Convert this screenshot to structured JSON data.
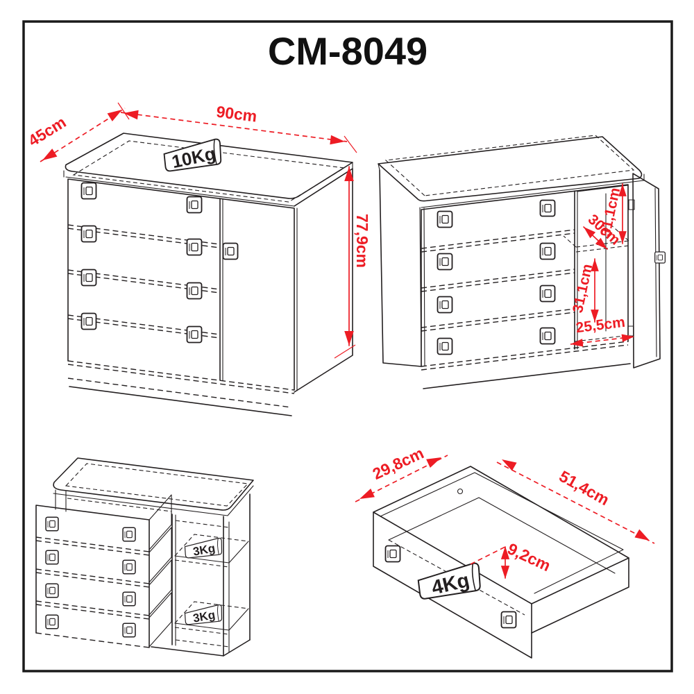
{
  "title": "CM-8049",
  "colors": {
    "line": "#231f20",
    "dimension": "#ed1c24",
    "background": "#ffffff"
  },
  "views": {
    "front_perspective": {
      "weight_capacity": "10Kg",
      "dimensions": {
        "width": "90cm",
        "depth": "45cm",
        "height": "77,9cm"
      }
    },
    "open_door": {
      "dimensions": {
        "upper_inner_height": "31,1cm",
        "shelf_depth": "30cm",
        "lower_inner_height": "31,1cm",
        "inner_width": "25,5cm"
      }
    },
    "drawers_exploded": {
      "shelf_weight_capacities": [
        "3Kg",
        "3Kg"
      ]
    },
    "drawer_detail": {
      "weight_capacity": "4Kg",
      "dimensions": {
        "depth": "29,8cm",
        "width": "51,4cm",
        "inner_height": "9,2cm"
      }
    }
  }
}
